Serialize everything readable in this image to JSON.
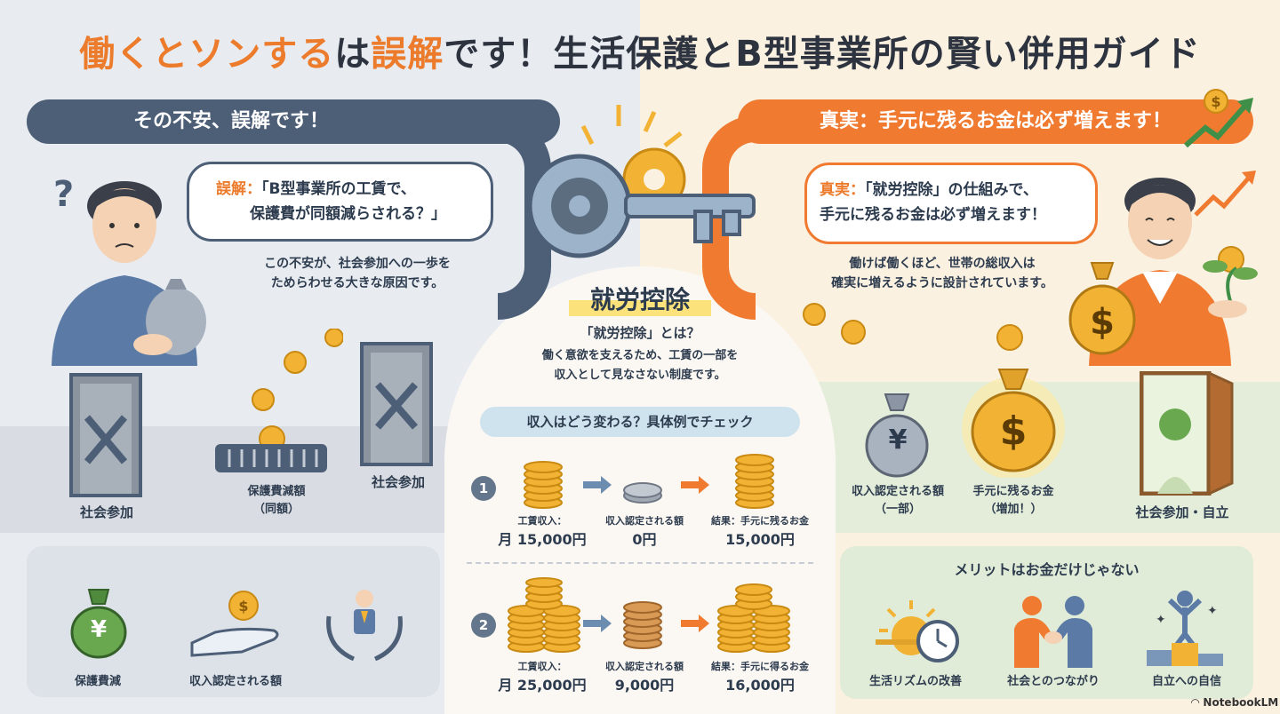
{
  "title": {
    "part_orange": "働くとソンする",
    "part_mid": "は",
    "part_orange2": "誤解",
    "part_rest": "です！生活保護とB型事業所の賢い併用ガイド"
  },
  "left": {
    "band": "その不安、誤解です！",
    "bubble_prefix": "誤解：",
    "bubble_line1": "「B型事業所の工賃で、",
    "bubble_line2": "保護費が同額減らされる？」",
    "desc_line1": "この不安が、社会参加への一歩を",
    "desc_line2": "ためらわせる大きな原因です。",
    "door_left_label": "社会参加",
    "grate_label_line1": "保護費減額",
    "grate_label_line2": "（同額）",
    "door_right_label": "社会参加"
  },
  "right": {
    "band": "真実：手元に残るお金は必ず増えます！",
    "bubble_prefix": "真実：",
    "bubble_line1": "「就労控除」の仕組みで、",
    "bubble_line2": "手元に残るお金は必ず増えます！",
    "desc_line1": "働けば働くほど、世帯の総収入は",
    "desc_line2": "確実に増えるように設計されています。",
    "bag1_symbol": "¥",
    "bag1_line1": "収入認定される額",
    "bag1_line2": "（一部）",
    "bag2_symbol": "$",
    "bag2_line1": "手元に残るお金",
    "bag2_line2": "（増加！）",
    "door_label": "社会参加・自立"
  },
  "center": {
    "heading": "就労控除",
    "q": "「就労控除」とは？",
    "desc_line1": "働く意欲を支えるため、工賃の一部を",
    "desc_line2": "収入として見なさない制度です。",
    "check": "収入はどう変わる？具体例でチェック",
    "examples": [
      {
        "num": "1",
        "wage_cap": "工賃収入：",
        "wage": "月 15,000円",
        "recog_cap": "収入認定される額",
        "recog": "0円",
        "result_cap": "結果：手元に残るお金",
        "result": "15,000円"
      },
      {
        "num": "2",
        "wage_cap": "工賃収入：",
        "wage": "月 25,000円",
        "recog_cap": "収入認定される額",
        "recog": "9,000円",
        "result_cap": "結果：手元に得るお金",
        "result": "16,000円"
      }
    ]
  },
  "bottom_left": {
    "items": [
      "保護費減",
      "収入認定される額",
      ""
    ],
    "bag_symbol": "¥"
  },
  "bottom_right": {
    "title": "メリットはお金だけじゃない",
    "items": [
      "生活リズムの改善",
      "社会とのつながり",
      "自立への自信"
    ]
  },
  "watermark": "NotebookLM",
  "colors": {
    "navy": "#4d5f77",
    "orange": "#ef7a30",
    "gold": "#f2b233",
    "green": "#6aa84f"
  }
}
